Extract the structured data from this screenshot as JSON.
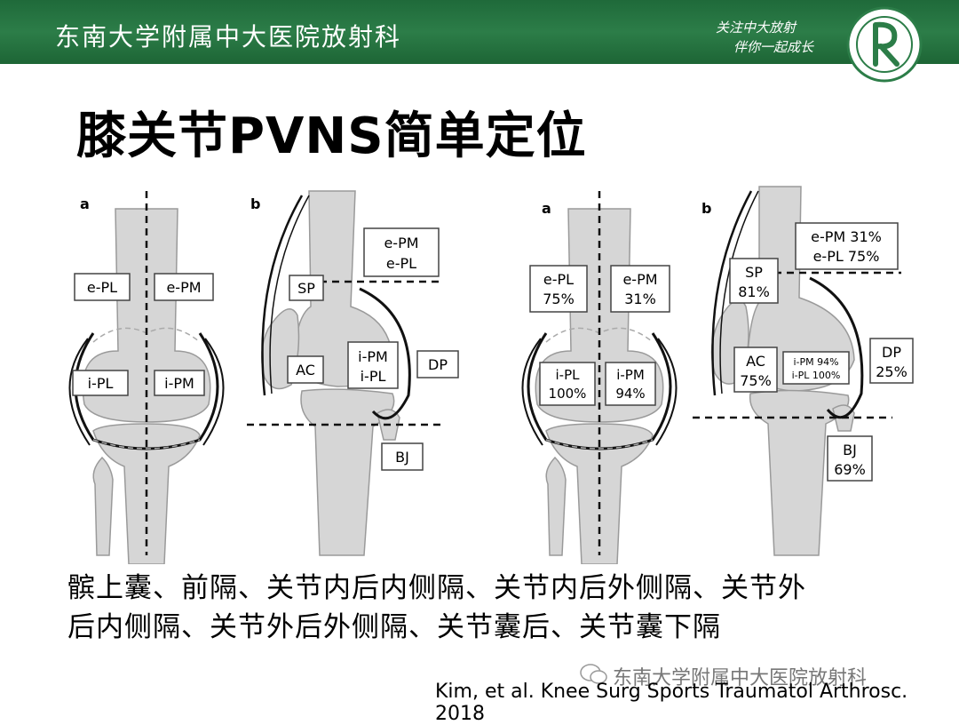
{
  "header": {
    "title": "东南大学附属中大医院放射科",
    "slogan_line1": "关注中大放射",
    "slogan_line2": "伴你一起成长",
    "logo_letter": "R"
  },
  "main": {
    "title": "膝关节PVNS简单定位"
  },
  "figure": {
    "left_group": {
      "panel_a": {
        "label": "a",
        "regions": [
          "e-PL",
          "e-PM",
          "i-PL",
          "i-PM"
        ]
      },
      "panel_b": {
        "label": "b",
        "regions": [
          "e-PM",
          "e-PL",
          "SP",
          "AC",
          "i-PM",
          "i-PL",
          "DP",
          "BJ"
        ]
      }
    },
    "right_group": {
      "panel_a": {
        "label": "a",
        "regions": [
          {
            "name": "e-PL",
            "pct": "75%"
          },
          {
            "name": "e-PM",
            "pct": "31%"
          },
          {
            "name": "i-PL",
            "pct": "100%"
          },
          {
            "name": "i-PM",
            "pct": "94%"
          }
        ]
      },
      "panel_b": {
        "label": "b",
        "regions": [
          {
            "name": "e-PM",
            "pct": "31%"
          },
          {
            "name": "e-PL",
            "pct": "75%"
          },
          {
            "name": "SP",
            "pct": "81%"
          },
          {
            "name": "AC",
            "pct": "75%"
          },
          {
            "name": "i-PM",
            "pct": "94%"
          },
          {
            "name": "i-PL",
            "pct": "100%"
          },
          {
            "name": "DP",
            "pct": "25%"
          },
          {
            "name": "BJ",
            "pct": "69%"
          }
        ]
      }
    }
  },
  "caption": {
    "line1": "髌上囊、前隔、关节内后内侧隔、关节内后外侧隔、关节外",
    "line2": "后内侧隔、关节外后外侧隔、关节囊后、关节囊下隔"
  },
  "watermark": "东南大学附属中大医院放射科",
  "citation": "Kim, et al. Knee Surg Sports Traumatol Arthrosc. 2018",
  "colors": {
    "header_green": "#2c7d48",
    "bone_gray": "#d6d6d6"
  }
}
